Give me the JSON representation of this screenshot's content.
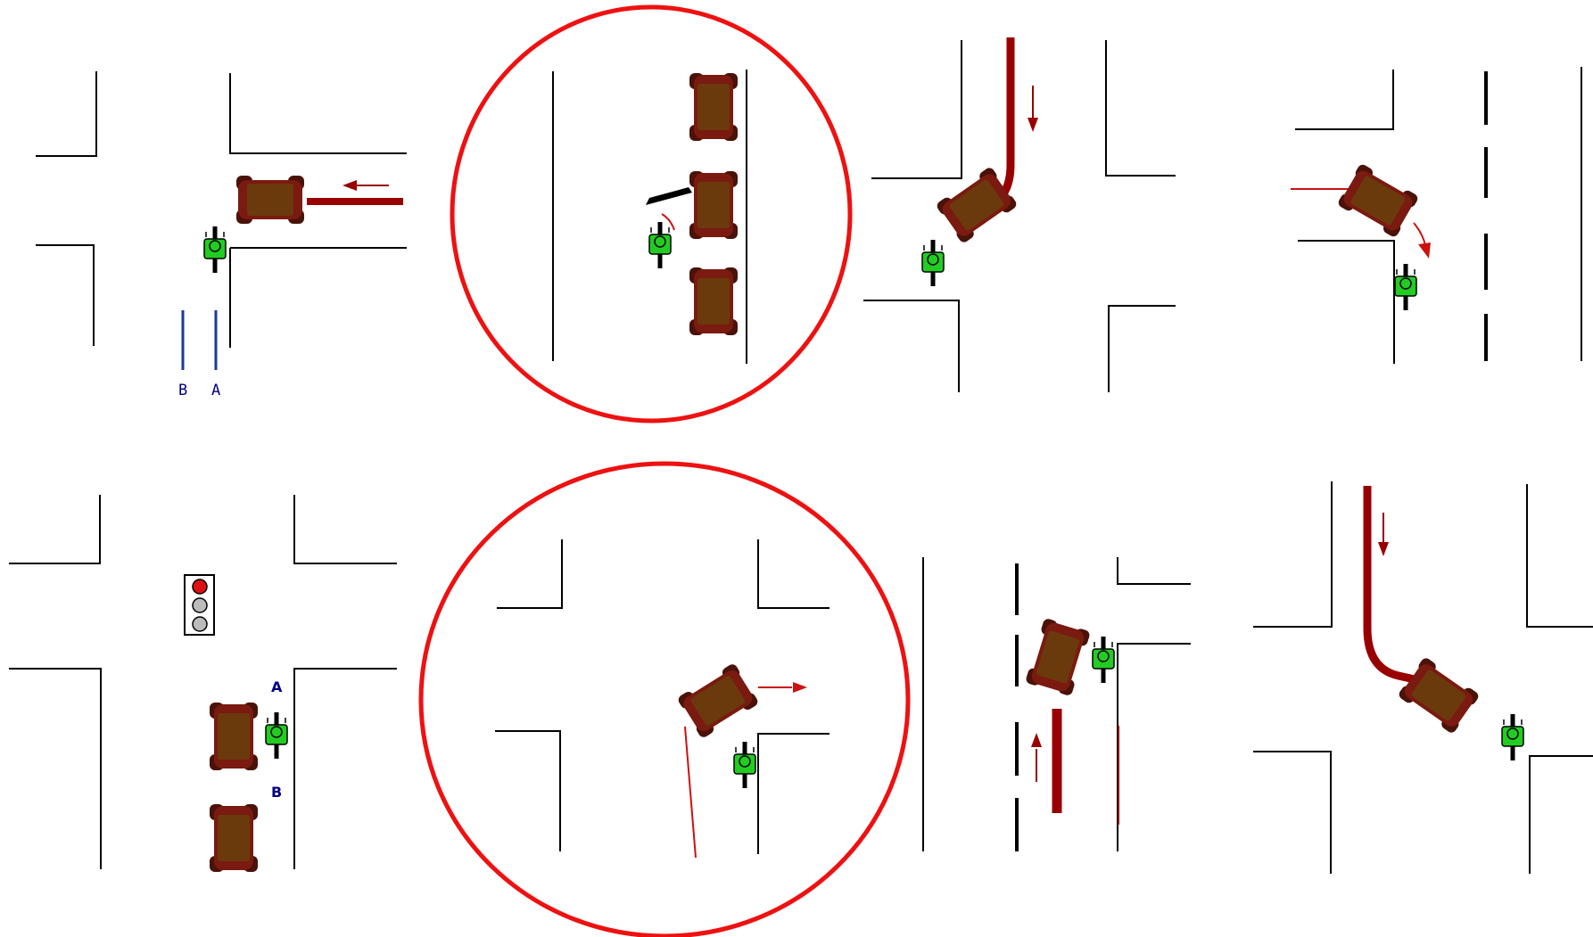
{
  "colors": {
    "road_line": "#000000",
    "car_body": "#6b3a0c",
    "car_wheel": "#4a1208",
    "car_wing": "#7a1a10",
    "cyclist": "#22cc22",
    "arrow": "#990000",
    "highlight_circle": "#ee1111",
    "label_blue": "#000080",
    "lane_marker": "#1a3a9a",
    "light_red": "#dd1111",
    "light_off": "#bbbbbb"
  },
  "scenes": [
    {
      "id": "scene-1",
      "labels": [
        "B",
        "A"
      ]
    },
    {
      "id": "scene-2",
      "highlighted": true
    },
    {
      "id": "scene-3"
    },
    {
      "id": "scene-4"
    },
    {
      "id": "scene-5",
      "labels": [
        "A",
        "B"
      ],
      "traffic_light": "red"
    },
    {
      "id": "scene-6",
      "highlighted": true
    },
    {
      "id": "scene-7"
    },
    {
      "id": "scene-8"
    }
  ]
}
